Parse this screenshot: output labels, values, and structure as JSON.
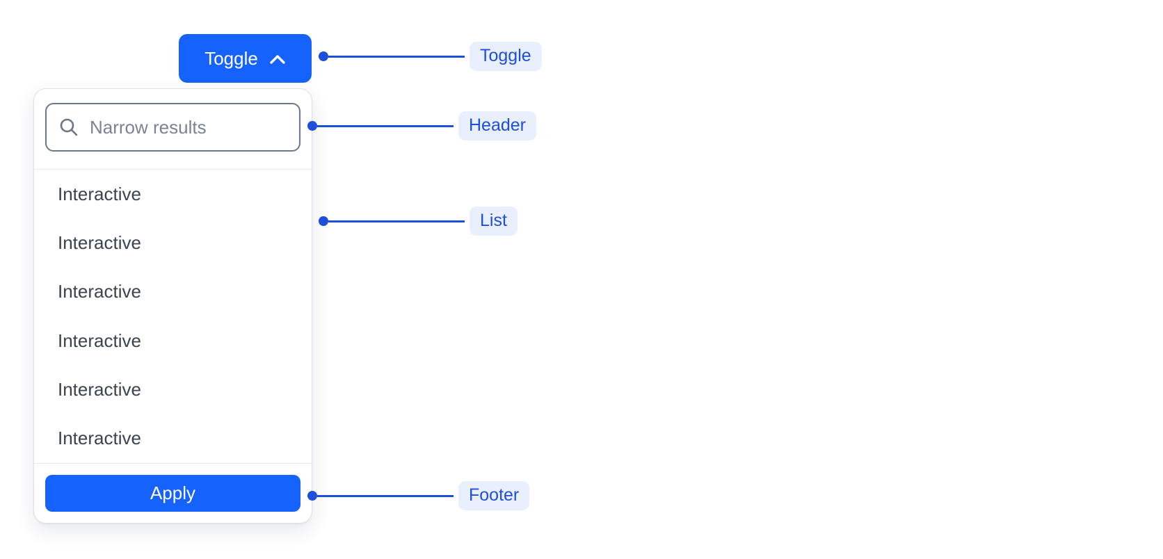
{
  "toggle_button": {
    "label": "Toggle",
    "icon": "chevron-up-icon"
  },
  "dropdown": {
    "search": {
      "placeholder": "Narrow results",
      "icon": "search-icon"
    },
    "items": [
      "Interactive",
      "Interactive",
      "Interactive",
      "Interactive",
      "Interactive",
      "Interactive"
    ],
    "footer": {
      "apply_label": "Apply"
    }
  },
  "annotations": {
    "toggle": "Toggle",
    "header": "Header",
    "list": "List",
    "footer": "Footer"
  },
  "colors": {
    "primary_blue": "#1562fc",
    "annotation_blue": "#1d4fd8",
    "annotation_pill_bg": "#e9effc",
    "panel_border": "#dfe1e6",
    "input_border": "#6e7787",
    "list_text": "#3c434f",
    "placeholder_text": "#7b8292"
  }
}
